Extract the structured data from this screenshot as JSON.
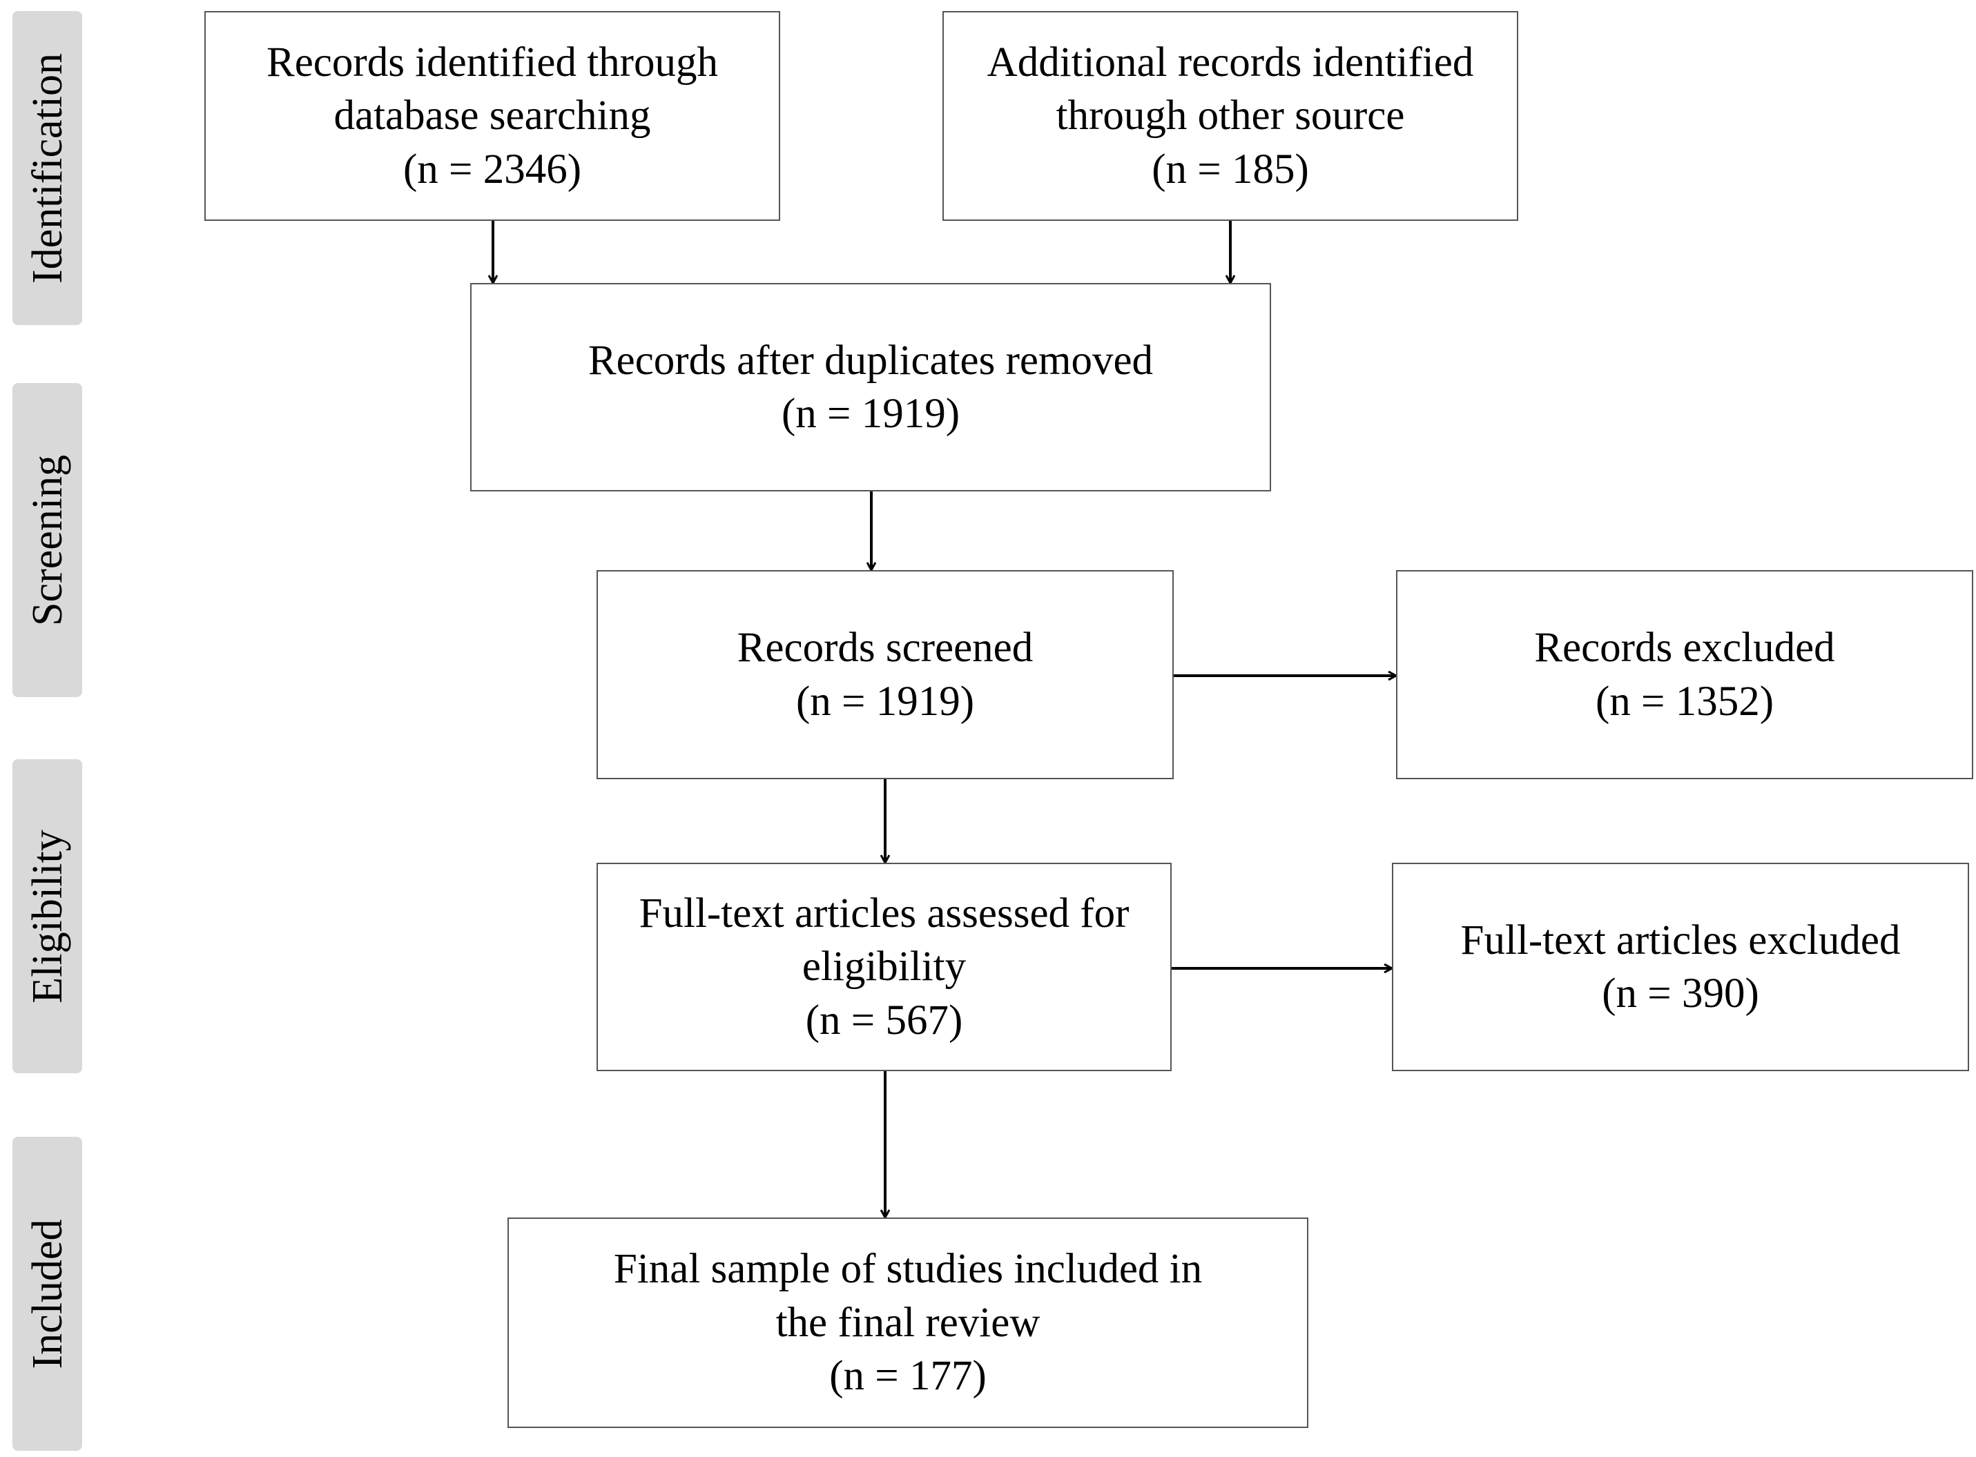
{
  "phases": {
    "identification": "Identification",
    "screening": "Screening",
    "eligibility": "Eligibility",
    "included": "Included"
  },
  "boxes": {
    "database_search": "Records identified through\ndatabase searching\n(n = 2346)",
    "other_sources": "Additional records identified\nthrough other source\n(n = 185)",
    "duplicates_removed": "Records after duplicates removed\n(n = 1919)",
    "screened": "Records screened\n(n = 1919)",
    "excluded": "Records excluded\n(n = 1352)",
    "fulltext_assessed": "Full-text articles assessed for\neligibility\n(n = 567)",
    "fulltext_excluded": "Full-text articles excluded\n(n = 390)",
    "final_sample": "Final sample of studies included in\nthe final review\n(n = 177)"
  }
}
